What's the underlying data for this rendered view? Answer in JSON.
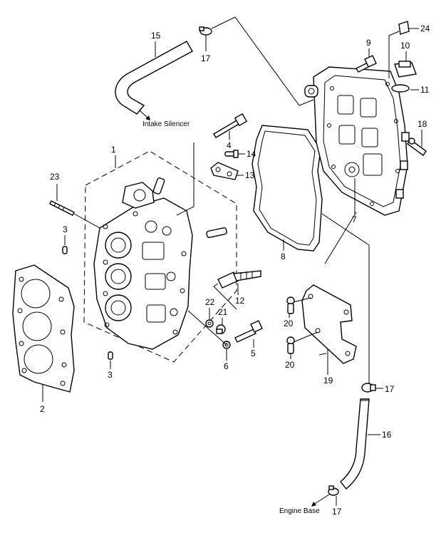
{
  "captions": {
    "intake": "Intake Silencer",
    "engine_base": "Engine Base"
  },
  "labels": {
    "l1": "1",
    "l2": "2",
    "l3a": "3",
    "l3b": "3",
    "l4": "4",
    "l5": "5",
    "l6": "6",
    "l7": "7",
    "l8": "8",
    "l9": "9",
    "l10": "10",
    "l11": "11",
    "l12": "12",
    "l13": "13",
    "l14": "14",
    "l15": "15",
    "l16": "16",
    "l17a": "17",
    "l17b": "17",
    "l17c": "17",
    "l18": "18",
    "l19": "19",
    "l20a": "20",
    "l20b": "20",
    "l21": "21",
    "l22": "22",
    "l23": "23",
    "l24": "24"
  }
}
